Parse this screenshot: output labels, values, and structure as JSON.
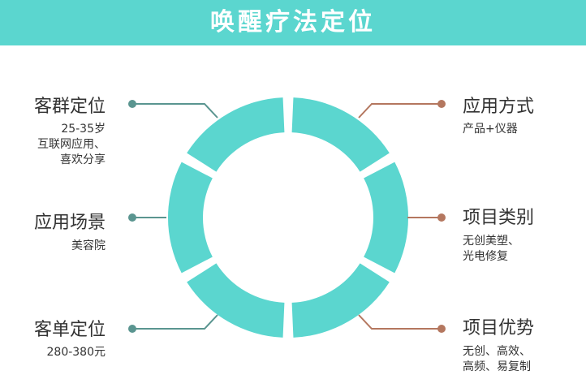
{
  "title": "唤醒疗法定位",
  "colors": {
    "banner": "#5bd6cf",
    "ring": "#5bd6cf",
    "left_connector": "#5a9590",
    "right_connector": "#b4775f"
  },
  "items": [
    {
      "label": "客群定位",
      "desc": "25-35岁\n互联网应用、\n喜欢分享"
    },
    {
      "label": "应用场景",
      "desc": "美容院"
    },
    {
      "label": "客单定位",
      "desc": "280-380元"
    },
    {
      "label": "应用方式",
      "desc": "产品+仪器"
    },
    {
      "label": "项目类别",
      "desc": "无创美塑、\n光电修复"
    },
    {
      "label": "项目优势",
      "desc": "无创、高效、\n高频、易复制"
    }
  ]
}
